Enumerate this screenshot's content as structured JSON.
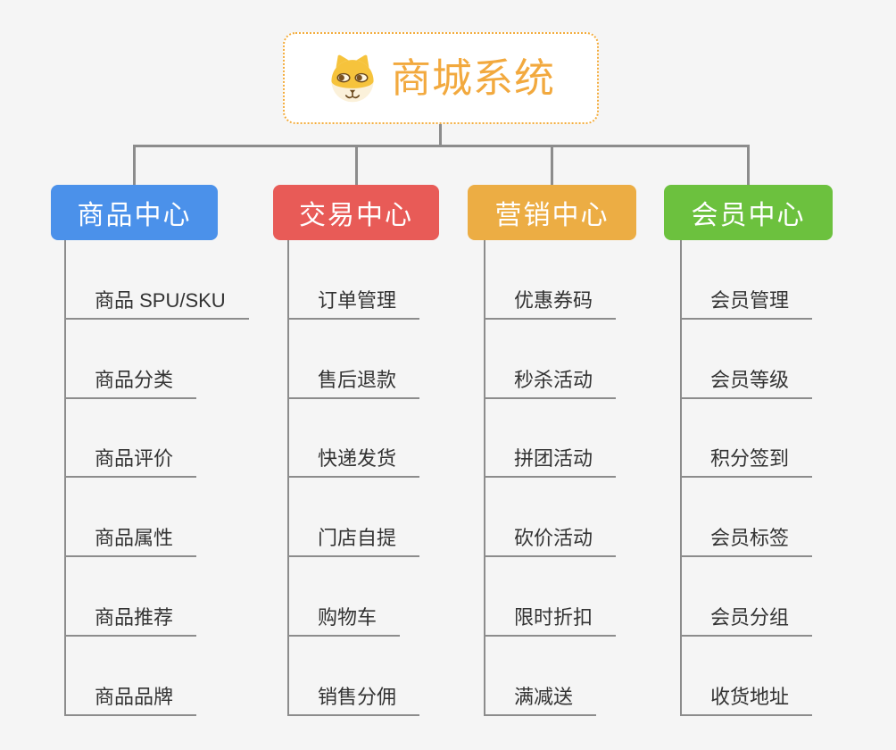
{
  "colors": {
    "background": "#f5f5f5",
    "connector_line": "#8c8c8c",
    "leaf_text": "#333333",
    "root_accent": "#f2a93e",
    "root_border": "#f3ac3c",
    "branch_product": "#4b91ea",
    "branch_trade": "#e85b57",
    "branch_marketing": "#ecad44",
    "branch_member": "#6cc13e"
  },
  "root": {
    "title": "商城系统",
    "icon": "dog-face"
  },
  "branches": [
    {
      "label": "商品中心",
      "color": "#4b91ea",
      "items": [
        "商品 SPU/SKU",
        "商品分类",
        "商品评价",
        "商品属性",
        "商品推荐",
        "商品品牌"
      ]
    },
    {
      "label": "交易中心",
      "color": "#e85b57",
      "items": [
        "订单管理",
        "售后退款",
        "快递发货",
        "门店自提",
        "购物车",
        "销售分佣"
      ]
    },
    {
      "label": "营销中心",
      "color": "#ecad44",
      "items": [
        "优惠券码",
        "秒杀活动",
        "拼团活动",
        "砍价活动",
        "限时折扣",
        "满减送"
      ]
    },
    {
      "label": "会员中心",
      "color": "#6cc13e",
      "items": [
        "会员管理",
        "会员等级",
        "积分签到",
        "会员标签",
        "会员分组",
        "收货地址"
      ]
    }
  ]
}
